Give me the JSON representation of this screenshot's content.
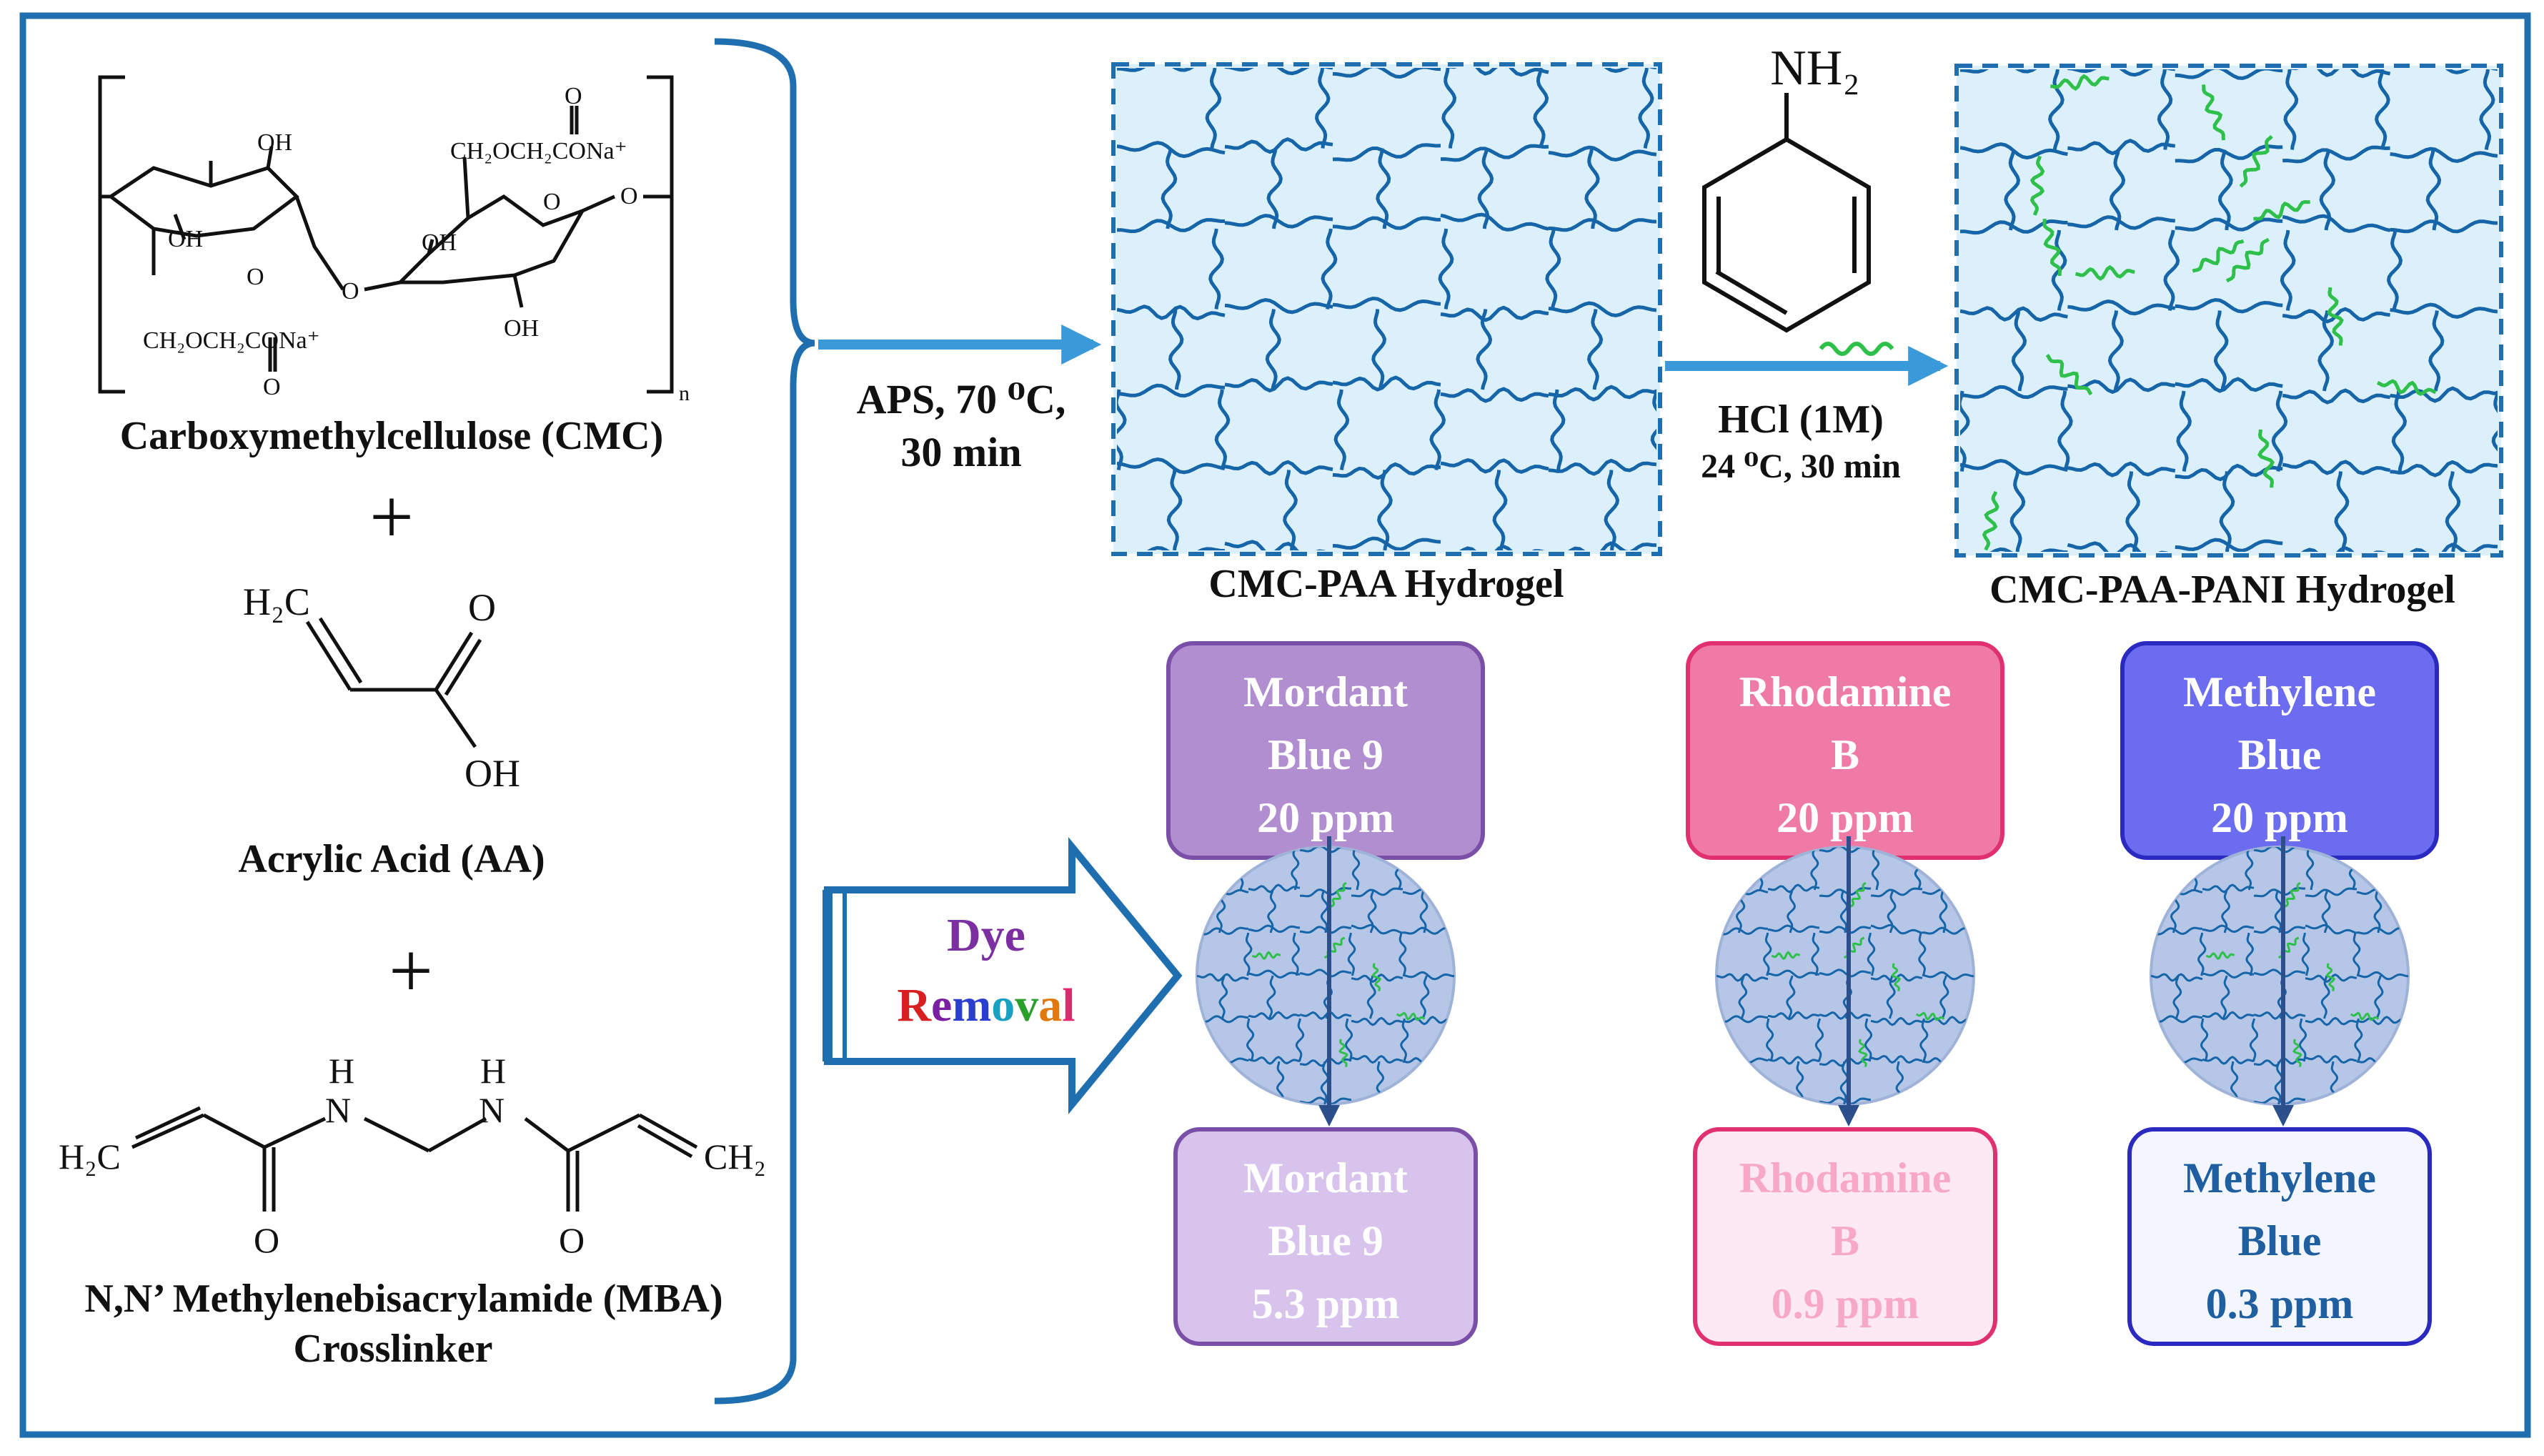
{
  "colors": {
    "frame": "#1f6fb0",
    "arrow": "#3a9ad9",
    "net_blue": "#1565a8",
    "pani_green": "#2ec04a",
    "gel_fill": "#dcf0fb",
    "mordant_top": "#b08ed0",
    "mordant_bottom": "#d7c3ec",
    "rhodamine_top": "#f07aa6",
    "rhodamine_bottom": "#fde9f1",
    "methylene_top": "#6c6cf0",
    "methylene_bottom": "#f3f6ff",
    "disc": "#b6c6e6"
  },
  "reactants": {
    "cmc": {
      "oh_a": "OH",
      "oh_b": "OH",
      "oh_c": "OH",
      "oh_d": "OH",
      "ring_o1": "O",
      "ring_o2": "O",
      "bridge_o": "O",
      "end_o": "O",
      "side_top": "CH₂OCH₂CONa⁺",
      "side_bottom": "CH₂OCH₂CONa⁺",
      "carbonyl_o_top": "O",
      "carbonyl_o_bottom": "O",
      "subscript_n": "n",
      "name": "Carboxymethylcellulose (CMC)"
    },
    "plus1": "+",
    "aa": {
      "h2c": "H₂C",
      "o": "O",
      "oh": "OH",
      "name": "Acrylic Acid (AA)"
    },
    "plus2": "+",
    "mba": {
      "h2c": "H₂C",
      "ch2": "CH₂",
      "h1": "H",
      "n1": "N",
      "h2": "H",
      "n2": "N",
      "o1": "O",
      "o2": "O",
      "name": "N,N’ Methylenebisacrylamide (MBA)",
      "role": "Crosslinker"
    }
  },
  "step1": {
    "condition_line1": "APS, 70 ⁰C,",
    "condition_line2": "30 min"
  },
  "gel1_label": "CMC-PAA  Hydrogel",
  "aniline_nh2": "NH₂",
  "step2": {
    "condition_line1": "HCl (1M)",
    "condition_line2": "24 ⁰C, 30 min"
  },
  "gel2_label": "CMC-PAA-PANI Hydrogel",
  "dye_removal": {
    "word1": "Dye",
    "word2_letters": [
      "R",
      "e",
      "m",
      "o",
      "v",
      "a",
      "l"
    ],
    "word2_colors": [
      "#d92020",
      "#7b1fa2",
      "#2a3fd0",
      "#1aa0c0",
      "#2aa02a",
      "#e07a10",
      "#e02a70"
    ],
    "word1_color": "#7b2fa0"
  },
  "dyes": [
    {
      "name_line1": "Mordant",
      "name_line2": "Blue 9",
      "before": "20 ppm",
      "after": "5.3 ppm"
    },
    {
      "name_line1": "Rhodamine",
      "name_line2": "B",
      "before": "20 ppm",
      "after": "0.9 ppm"
    },
    {
      "name_line1": "Methylene",
      "name_line2": "Blue",
      "before": "20 ppm",
      "after": "0.3 ppm"
    }
  ]
}
